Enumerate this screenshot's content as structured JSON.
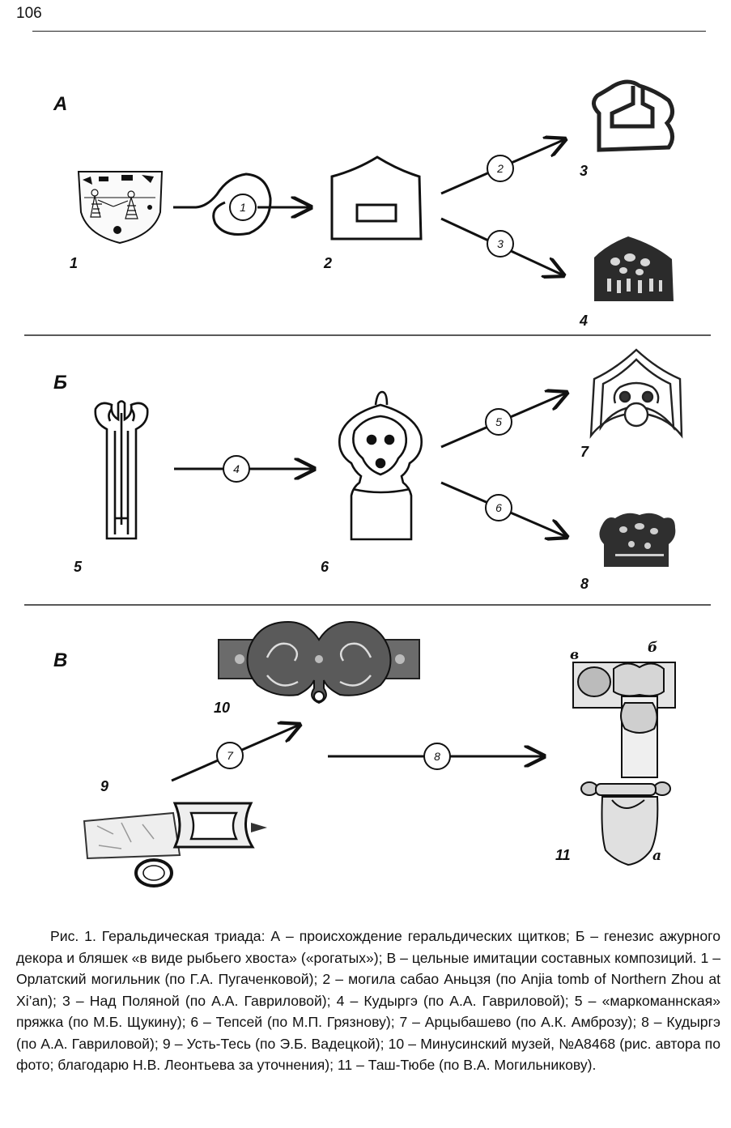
{
  "page_number": "106",
  "sections": {
    "a": "А",
    "b": "Б",
    "v": "В"
  },
  "figure_labels": [
    "1",
    "2",
    "3",
    "4",
    "5",
    "6",
    "7",
    "8",
    "9",
    "10",
    "11"
  ],
  "arrow_numbers": [
    "1",
    "2",
    "3",
    "4",
    "5",
    "6",
    "7",
    "8"
  ],
  "sub_labels": {
    "v": "в",
    "b": "б",
    "a": "а"
  },
  "caption": "Рис. 1. Геральдическая триада: А – происхождение геральдических щитков; Б – генезис ажурного декора и бляшек «в виде рыбьего хвоста» («рогатых»); В – цельные имитации составных композиций. 1 – Орлатский могильник (по Г.А. Пугаченковой); 2 – могила сабао Аньцзя (по Anjia tomb of Northern Zhou at Xi’an); 3 – Над Поляной (по А.А. Гавриловой); 4 – Кудыргэ (по А.А. Гавриловой); 5 – «маркоманнская» пряжка (по М.Б. Щукину); 6 – Тепсей (по М.П. Грязнову); 7 – Арцыбашево (по А.К. Амброзу); 8 – Кудыргэ (по А.А. Гавриловой); 9 – Усть-Тесь (по Э.Б. Вадецкой); 10 – Минусинский музей, №А8468 (рис. автора по фото; благодарю Н.В. Леонтьева за уточнения); 11 – Таш-Тюбе (по В.А. Могильникову)."
}
